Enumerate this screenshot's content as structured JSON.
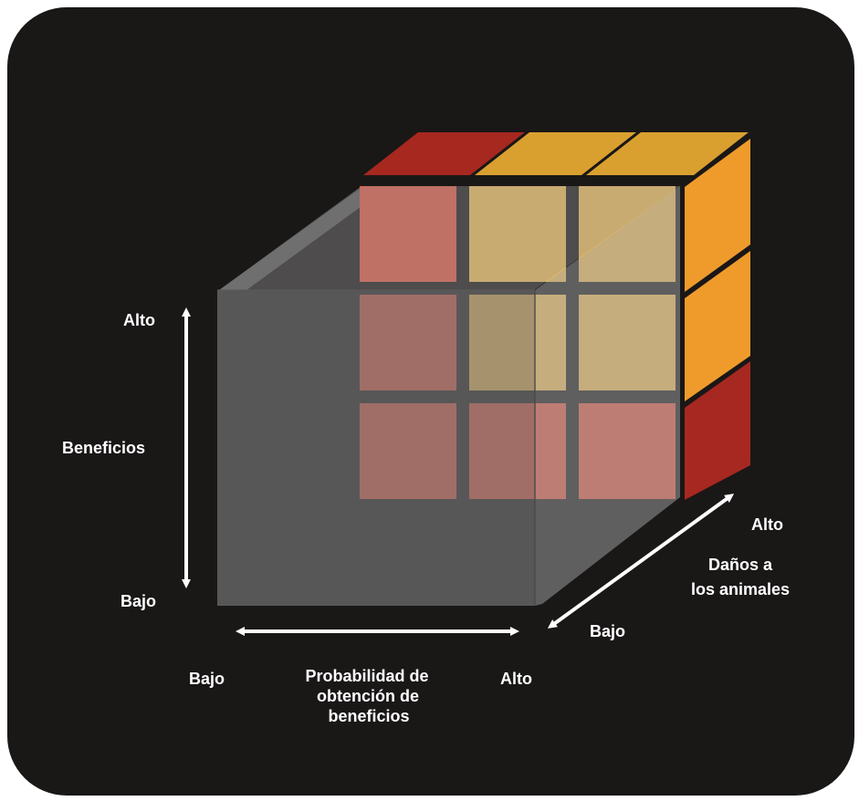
{
  "labels": {
    "vertical_high": "Alto",
    "vertical_axis": "Beneficios",
    "vertical_low": "Bajo",
    "horizontal_low": "Bajo",
    "horizontal_axis": [
      "Probabilidad de",
      "obtención de",
      "beneficios"
    ],
    "horizontal_high": "Alto",
    "depth_high": "Alto",
    "depth_axis": [
      "Daños a",
      "los animales"
    ],
    "depth_low": "Bajo"
  },
  "colors": {
    "panel": "#1a1717",
    "gray_face": "#6b6b6b",
    "red_orange": "#e85a45",
    "yellow": "#f8c45a",
    "top_dark_red": "#a6281f",
    "top_dark_yellow": "#d9a030",
    "side_orange": "#ef9b2c",
    "side_dark_red": "#a62821",
    "white": "#ffffff"
  },
  "grid": {
    "front": [
      [
        "red_orange",
        "yellow",
        "yellow"
      ],
      [
        "red_orange",
        "yellow",
        "yellow"
      ],
      [
        "red_orange",
        "red_orange",
        "red_orange"
      ]
    ],
    "top": [
      "top_dark_red",
      "top_dark_yellow",
      "top_dark_yellow"
    ],
    "side": [
      "side_orange",
      "side_orange",
      "side_dark_red"
    ]
  }
}
